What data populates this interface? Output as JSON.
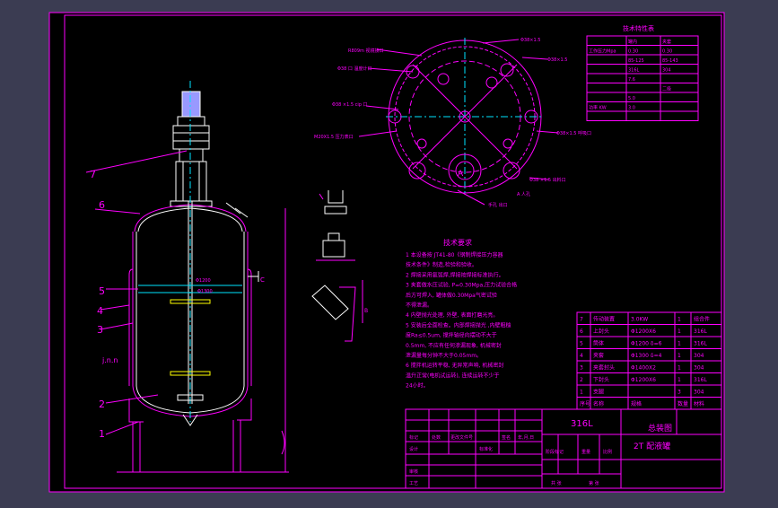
{
  "colors": {
    "background": "#3b3c52",
    "paper": "#000000",
    "line": "#ff00ff",
    "part": "#ffffff",
    "center": "#00e5ff",
    "motor": "#9999ff"
  },
  "tech_char": {
    "title": "技术特性表",
    "rows": [
      [
        "",
        "罐内",
        "夹套"
      ],
      [
        "工作压力Mpa",
        "0.30",
        "0.30"
      ],
      [
        "",
        "85-125",
        "85-143"
      ],
      [
        "",
        "316L",
        "304"
      ],
      [
        "",
        "7.6",
        ""
      ],
      [
        "",
        "",
        "二级"
      ],
      [
        "",
        "5.0",
        ""
      ],
      [
        "功率 KW",
        "3.0",
        ""
      ],
      [
        "",
        "",
        ""
      ]
    ]
  },
  "tech_req": {
    "title": "技术要求",
    "lines": [
      "1 本设备按 JT41-80《钢制焊接压力容器",
      "  技术条件》制造,检验和验收。",
      "2 焊接采用氩弧焊,焊接按焊接标准执行。",
      "3 夹套做水压试验, P=0.30Mpa,压力试验合格",
      "  后方可焊入, 罐体做0.30Mpa气密试验",
      "  不得泄漏。",
      "4 内壁抛光处理, 外壁, 表面打磨光亮。",
      "5 安装后全面检查。内部焊接抛光 ,内壁粗糙",
      "  度Ra≤0.5um, 搅拌轴径向摆动不大于",
      "  0.5mm, 不应有任何渗漏现象, 机械密封",
      "  泄漏量每分钟不大于0.05mm。",
      "6 搅拌机运转平稳, 无异常声响, 机械密封",
      "  温升正常(电机试运转), 连续运转不少于",
      "  24小时。"
    ]
  },
  "parts": {
    "rows": [
      [
        "7",
        "传动装置",
        "3.0KW",
        "1",
        "组合件"
      ],
      [
        "6",
        "上封头",
        "Φ1200X6",
        "1",
        "316L"
      ],
      [
        "5",
        "筒体",
        "Φ1200 δ=6",
        "1",
        "316L"
      ],
      [
        "4",
        "夹套",
        "Φ1300 δ=4",
        "1",
        "304"
      ],
      [
        "3",
        "夹套封头",
        "Φ1400X2",
        "1",
        "304"
      ],
      [
        "2",
        "下封头",
        "Φ1200X6",
        "1",
        "316L"
      ],
      [
        "1",
        "支腿",
        "",
        "3",
        "304"
      ]
    ],
    "header": [
      "序号",
      "名称",
      "规格",
      "数量",
      "材料"
    ]
  },
  "title_block": {
    "material": "316L",
    "drawing_name": "总装图",
    "product": "2T 配液罐",
    "cells": [
      "标记",
      "处数",
      "更改文件号",
      "签名",
      "年,月,日",
      "设计",
      "标准化",
      "审核",
      "工艺",
      "阶段标记",
      "重量",
      "比例",
      "共 张",
      "第 张"
    ]
  },
  "labels": {
    "callouts": [
      "7",
      "6",
      "5",
      "4",
      "3",
      "2",
      "1"
    ],
    "jacket_nozzle": "j.n.n",
    "top_view": [
      "R809m 视镜接口",
      "Φ38 口 温度计口",
      "Φ38 ×1.5 cip 口",
      "M20X1.5 压力表口",
      "Φ38×1.5",
      "Φ38×1.5",
      "Φ38×1.5 呼吸口",
      "Φ38 ×1.5 出料口",
      "A 人孔",
      "手孔 出口"
    ],
    "section_a": "A",
    "section_b": "B",
    "inner_dims": [
      "Φ1200",
      "Φ1300"
    ],
    "nozzle_c": "C"
  }
}
